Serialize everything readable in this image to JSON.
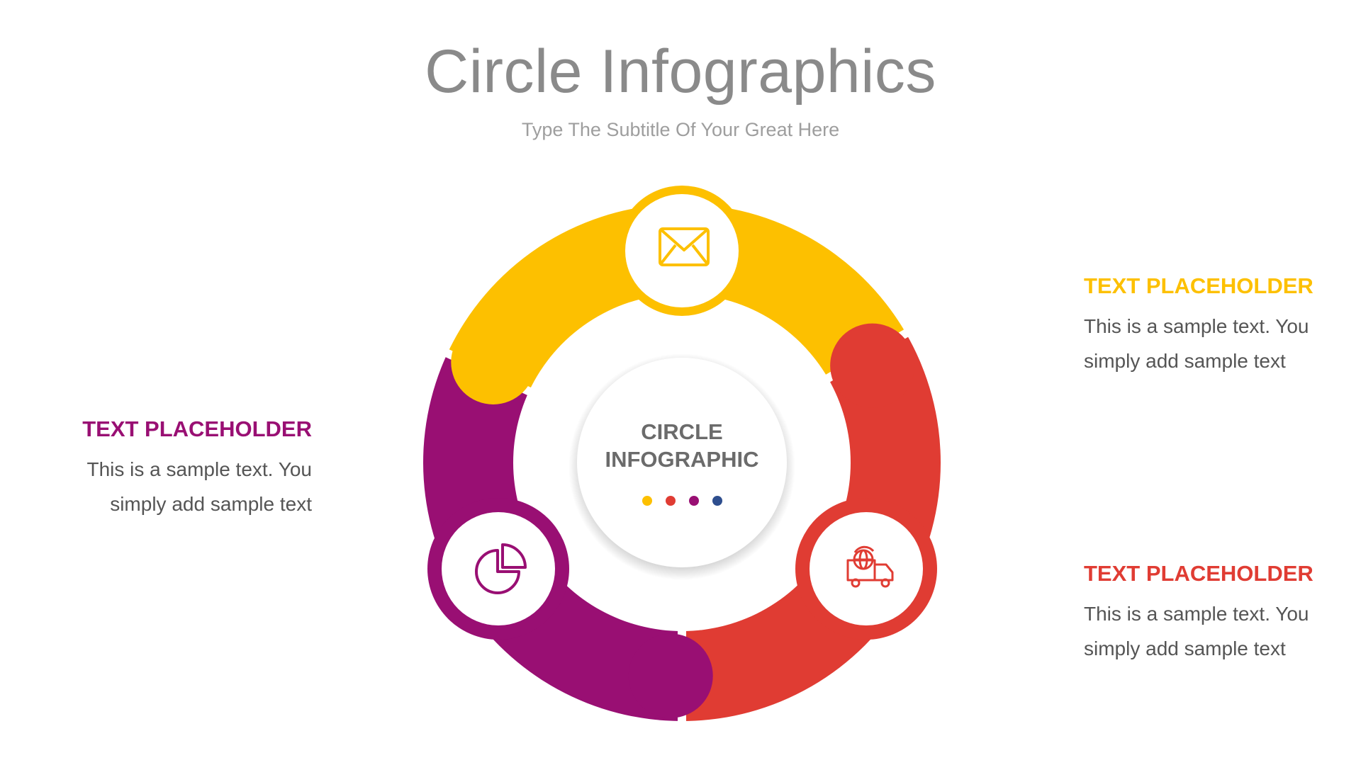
{
  "header": {
    "title": "Circle Infographics",
    "subtitle": "Type The Subtitle Of Your Great Here"
  },
  "center": {
    "line1": "CIRCLE",
    "line2": "INFOGRAPHIC",
    "text_color": "#6b6b6b",
    "dot_colors": [
      "#FDC000",
      "#E03C33",
      "#990F73",
      "#2E4E8E"
    ]
  },
  "segments": [
    {
      "id": "top",
      "color": "#FDC000",
      "icon": "envelope-icon"
    },
    {
      "id": "right",
      "color": "#E03C33",
      "icon": "delivery-truck-globe-icon"
    },
    {
      "id": "left",
      "color": "#990F73",
      "icon": "pie-chart-icon"
    }
  ],
  "blocks": [
    {
      "heading": "TEXT PLACEHOLDER",
      "line1": "This is a sample text. You",
      "line2": "simply add sample text",
      "color": "#990F73"
    },
    {
      "heading": "TEXT PLACEHOLDER",
      "line1": "This is a sample text. You",
      "line2": "simply add sample text",
      "color": "#FDC000"
    },
    {
      "heading": "TEXT PLACEHOLDER",
      "line1": "This is a sample text. You",
      "line2": "simply add sample text",
      "color": "#E03C33"
    }
  ]
}
